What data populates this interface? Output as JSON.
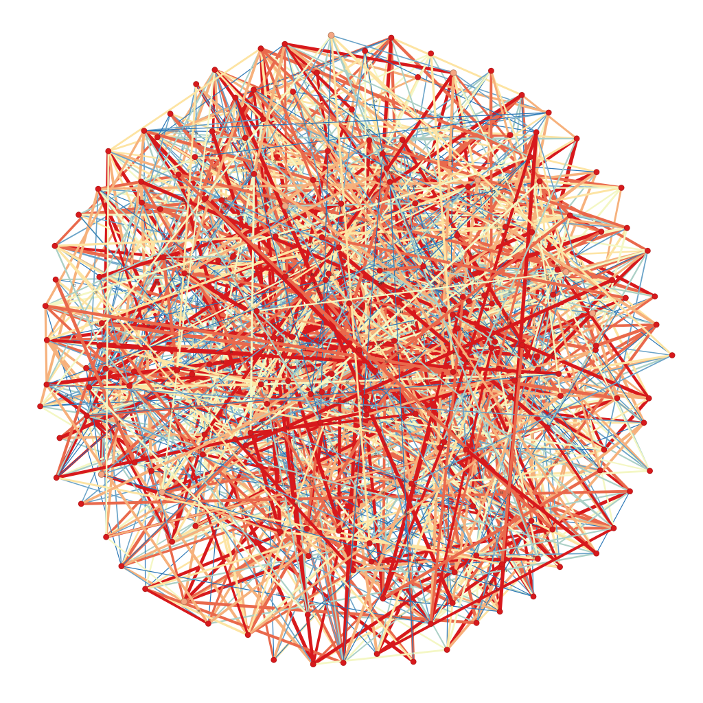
{
  "figure": {
    "type": "network-graph",
    "layout": "circular-cloud",
    "background": "#ffffff",
    "node_count": 200,
    "edge_count": 1200,
    "seed": 7
  },
  "palette": {
    "edge_colors": [
      "#2b77b6",
      "#6aa3c8",
      "#abd0c6",
      "#f4f7c4",
      "#fde4a3",
      "#f6b17c",
      "#e9694c",
      "#d7191c"
    ],
    "node_color": "#d7191c",
    "pale_node_color": "#f4a582"
  },
  "edge_labels_note_visible": false
}
